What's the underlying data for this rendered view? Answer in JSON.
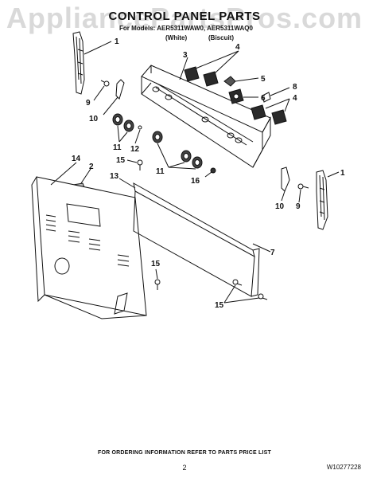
{
  "watermark": "AppliancePartsPros.com",
  "header": {
    "title": "CONTROL PANEL PARTS",
    "models_line": "For Models: AER5311WAW0, AER5311WAQ0",
    "white_label": "(White)",
    "biscuit_label": "(Biscuit)"
  },
  "callouts": {
    "c1a": "1",
    "c1b": "1",
    "c2": "2",
    "c3": "3",
    "c4a": "4",
    "c4b": "4",
    "c5": "5",
    "c6": "6",
    "c7": "7",
    "c8": "8",
    "c9a": "9",
    "c9b": "9",
    "c10a": "10",
    "c10b": "10",
    "c11a": "11",
    "c11b": "11",
    "c12": "12",
    "c13": "13",
    "c14": "14",
    "c15a": "15",
    "c15b": "15",
    "c15c": "15",
    "c16": "16"
  },
  "footer": {
    "ordering_note": "FOR ORDERING INFORMATION REFER TO PARTS PRICE LIST",
    "page_number": "2",
    "document_number": "W10277228"
  }
}
